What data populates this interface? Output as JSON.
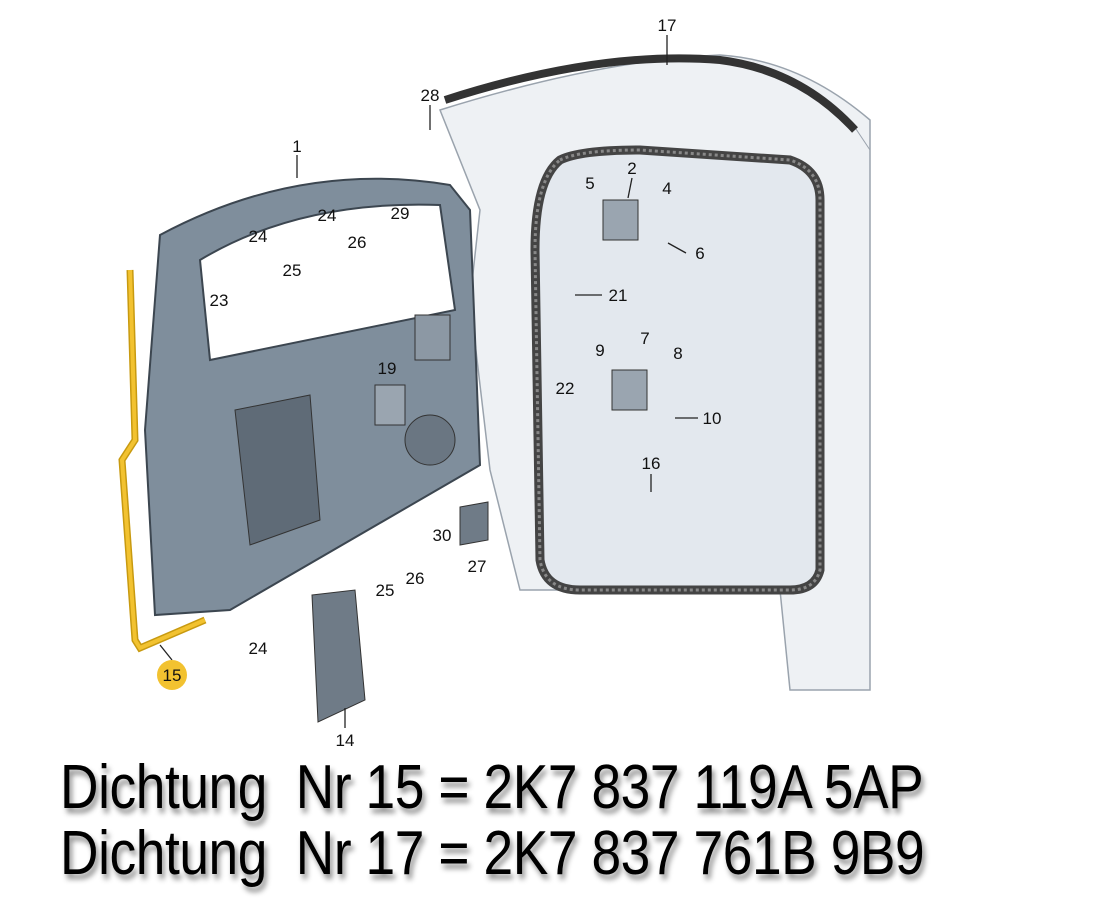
{
  "diagram": {
    "callouts": [
      "17",
      "28",
      "1",
      "2",
      "5",
      "4",
      "6",
      "24",
      "24",
      "29",
      "26",
      "23",
      "25",
      "21",
      "9",
      "7",
      "8",
      "22",
      "19",
      "10",
      "16",
      "30",
      "27",
      "25",
      "26",
      "24",
      "15",
      "14"
    ],
    "highlight_color": "#f2c230",
    "highlighted_part": "15"
  },
  "captions": [
    "Dichtung  Nr 15 = 2K7 837 119A 5AP",
    "Dichtung  Nr 17 = 2K7 837 761B 9B9"
  ]
}
